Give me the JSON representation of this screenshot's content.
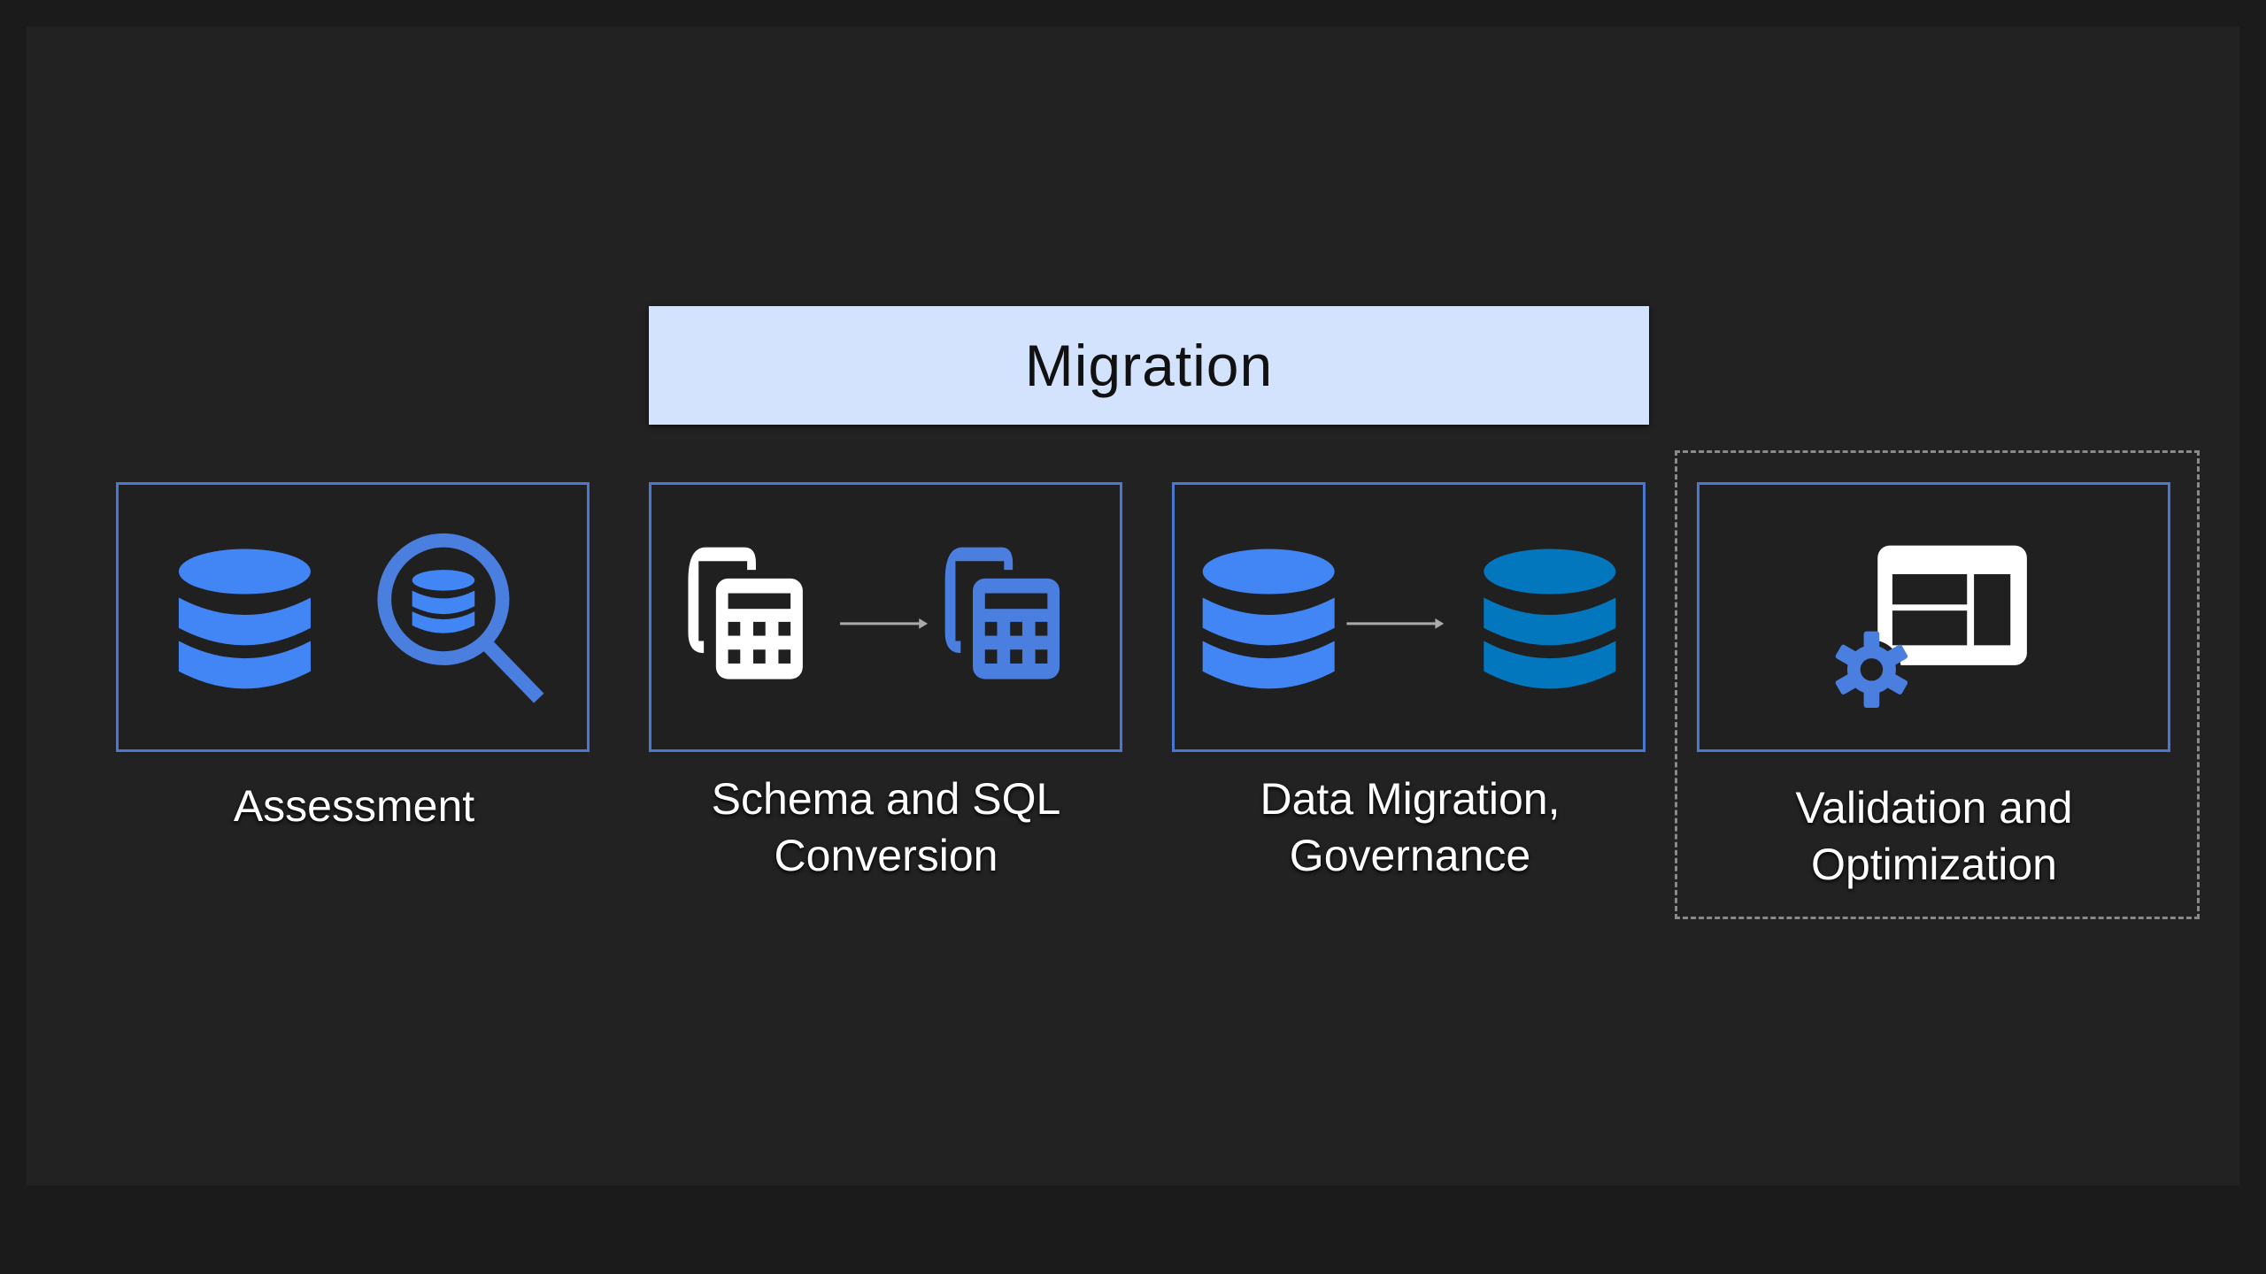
{
  "title": "Migration",
  "steps": [
    {
      "label_line1": "Assessment",
      "label_line2": "",
      "icon": "database-search-icon"
    },
    {
      "label_line1": "Schema and SQL",
      "label_line2": "Conversion",
      "icon": "schema-conversion-icon"
    },
    {
      "label_line1": "Data Migration,",
      "label_line2": "Governance",
      "icon": "database-transfer-icon"
    },
    {
      "label_line1": "Validation and",
      "label_line2": "Optimization",
      "icon": "dashboard-gear-icon"
    }
  ],
  "colors": {
    "background": "#222223",
    "banner": "#d3e3fd",
    "box_border": "#4a78d0",
    "blue": "#4285f4",
    "dark_blue": "#0277bd"
  }
}
